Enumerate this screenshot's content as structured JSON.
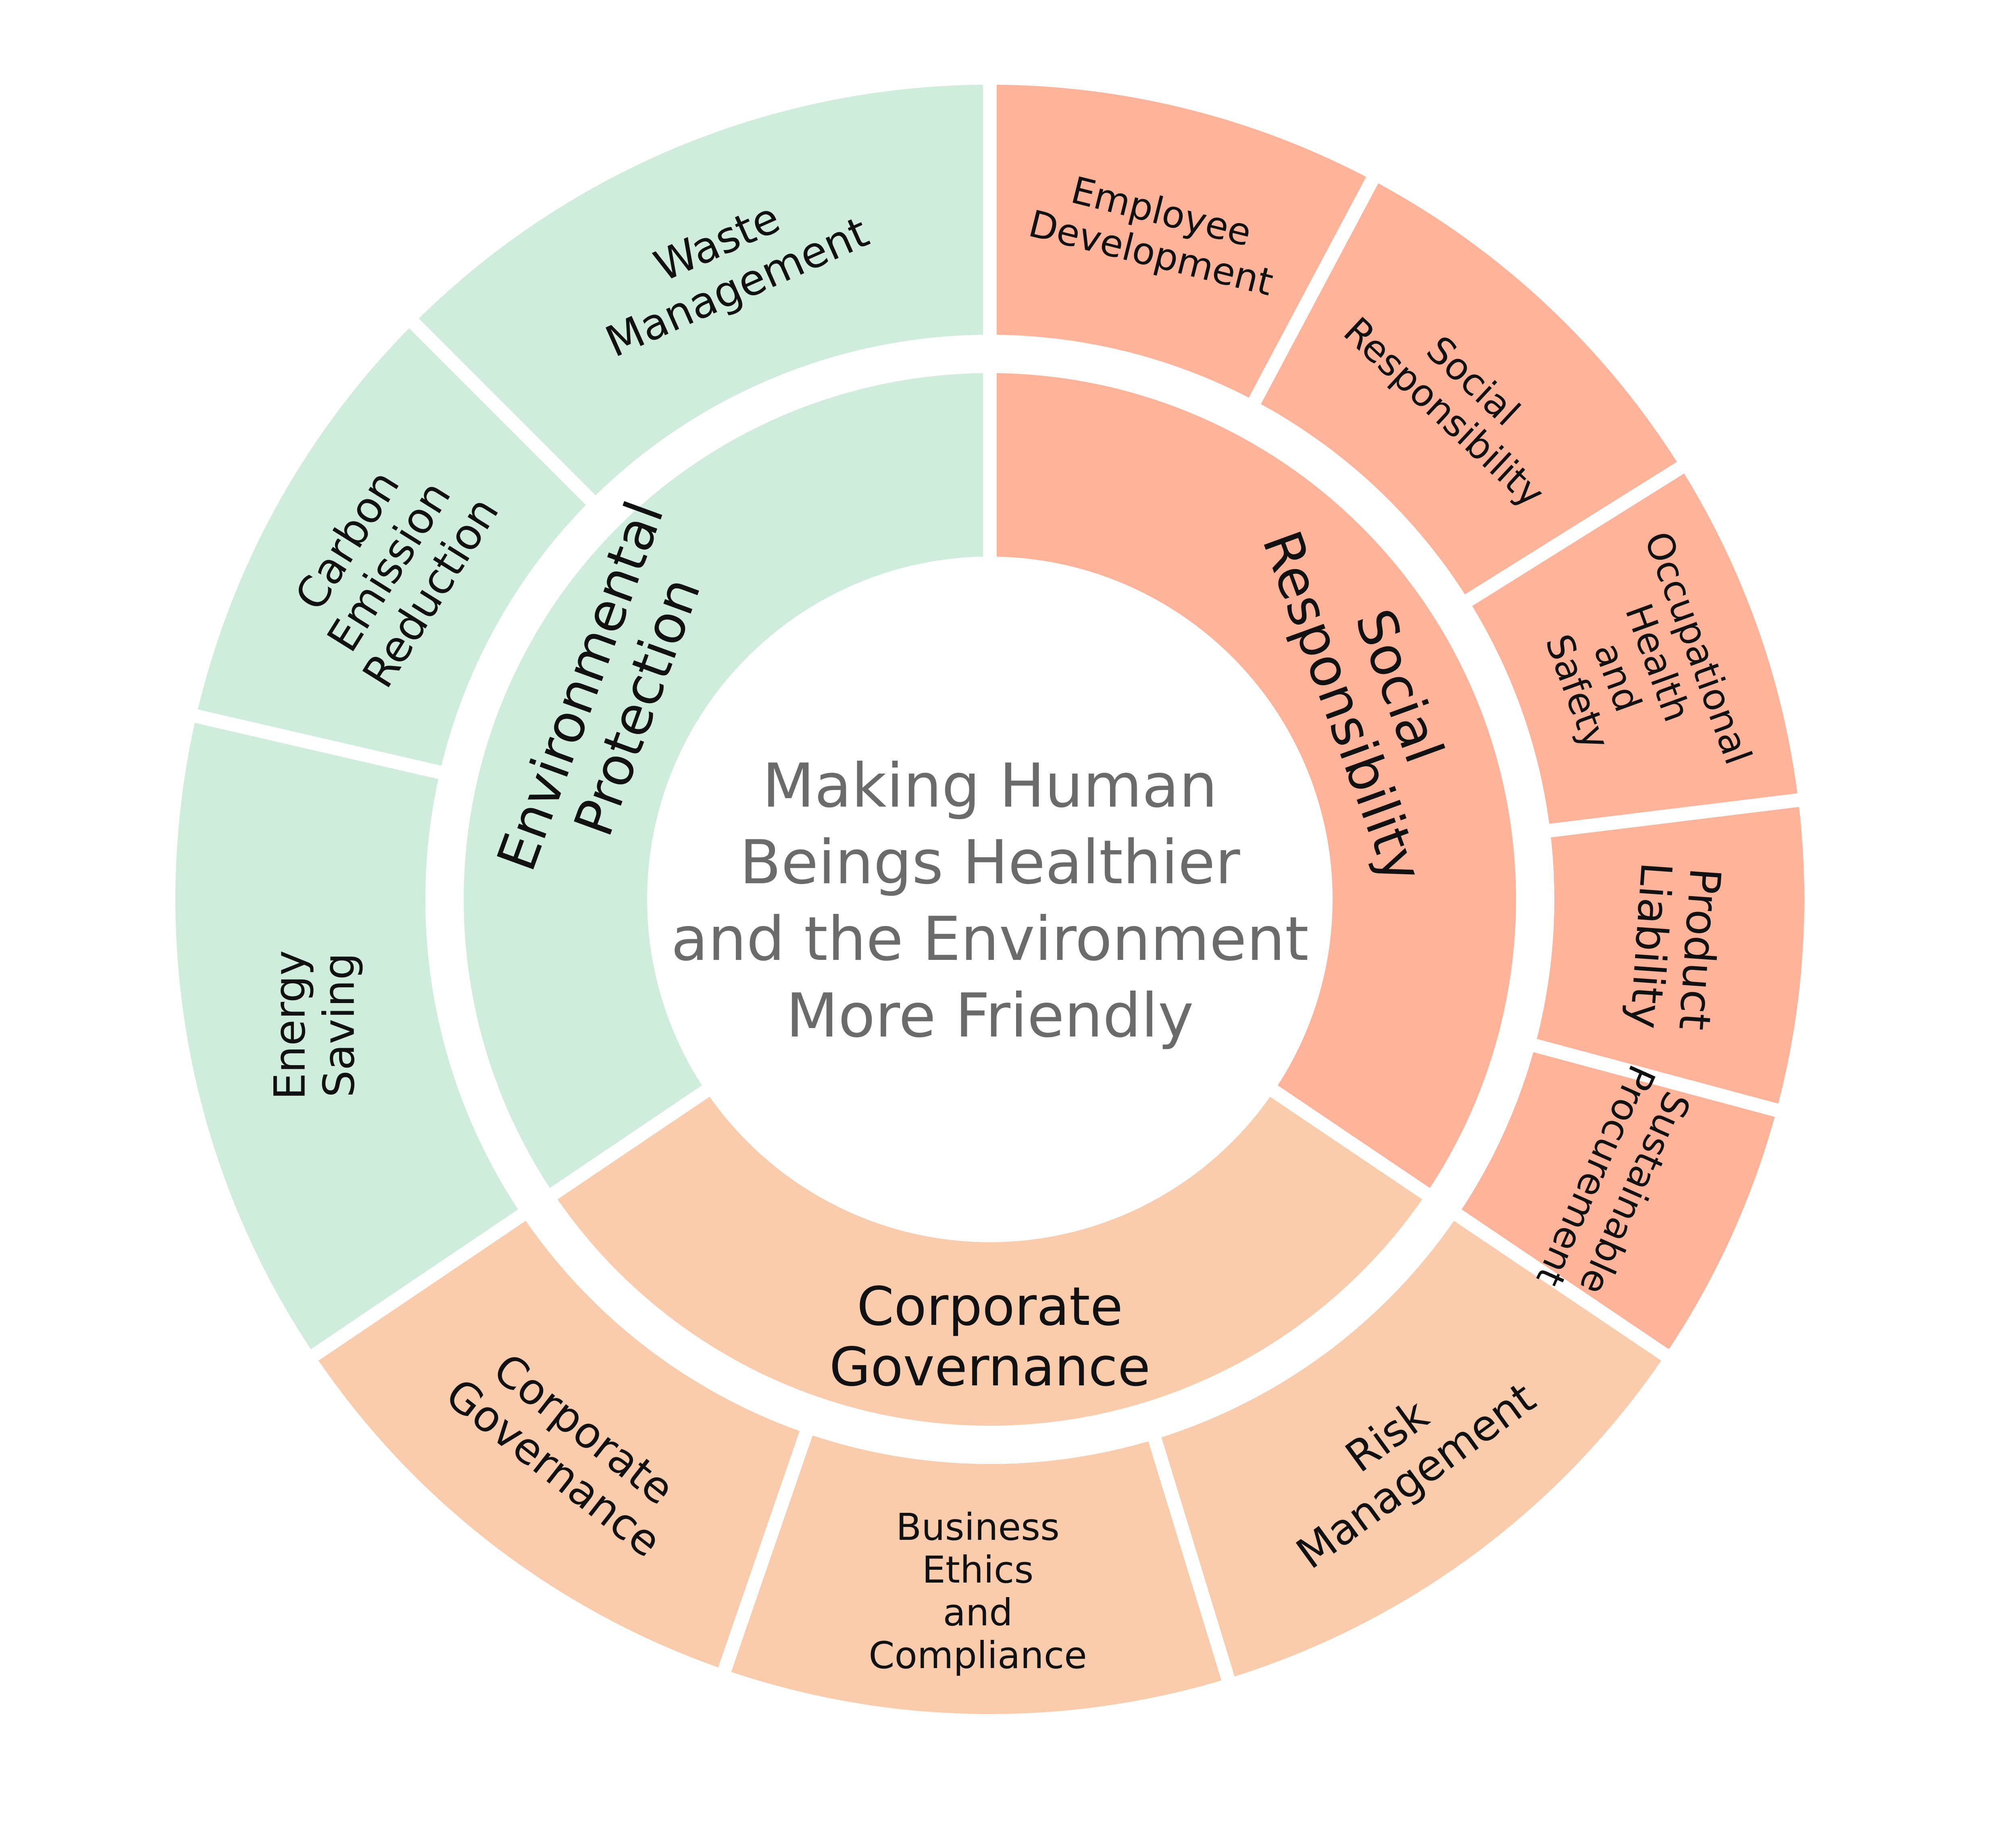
{
  "center": {
    "lines": [
      "Making Human",
      "Beings Healthier",
      "and the Environment",
      "More Friendly"
    ],
    "color": "#6b6b6b"
  },
  "colors": {
    "environmental": "#d0ecdc",
    "social": "#fdb49a",
    "governance": "#f8ccad",
    "gap": "#ffffff"
  },
  "categories": [
    {
      "id": "environmental",
      "label_lines": [
        "Environmental",
        "Protection"
      ],
      "items": [
        {
          "label_lines": [
            "Energy",
            "Saving"
          ]
        },
        {
          "label_lines": [
            "Carbon",
            "Emission",
            "Reduction"
          ]
        },
        {
          "label_lines": [
            "Waste",
            "Management"
          ]
        }
      ]
    },
    {
      "id": "social",
      "label_lines": [
        "Social",
        "Responsibility"
      ],
      "items": [
        {
          "label_lines": [
            "Employee",
            "Development"
          ]
        },
        {
          "label_lines": [
            "Social",
            "Responsibility"
          ]
        },
        {
          "label_lines": [
            "Occupational",
            "Health",
            "and",
            "Safety"
          ]
        },
        {
          "label_lines": [
            "Product",
            "Liability"
          ]
        },
        {
          "label_lines": [
            "Sustainable",
            "Procurement"
          ]
        }
      ]
    },
    {
      "id": "governance",
      "label_lines": [
        "Corporate",
        "Governance"
      ],
      "items": [
        {
          "label_lines": [
            "Risk",
            "Management"
          ]
        },
        {
          "label_lines": [
            "Business",
            "Ethics",
            "and",
            "Compliance"
          ]
        },
        {
          "label_lines": [
            "Corporate",
            "Governance"
          ]
        }
      ]
    }
  ]
}
